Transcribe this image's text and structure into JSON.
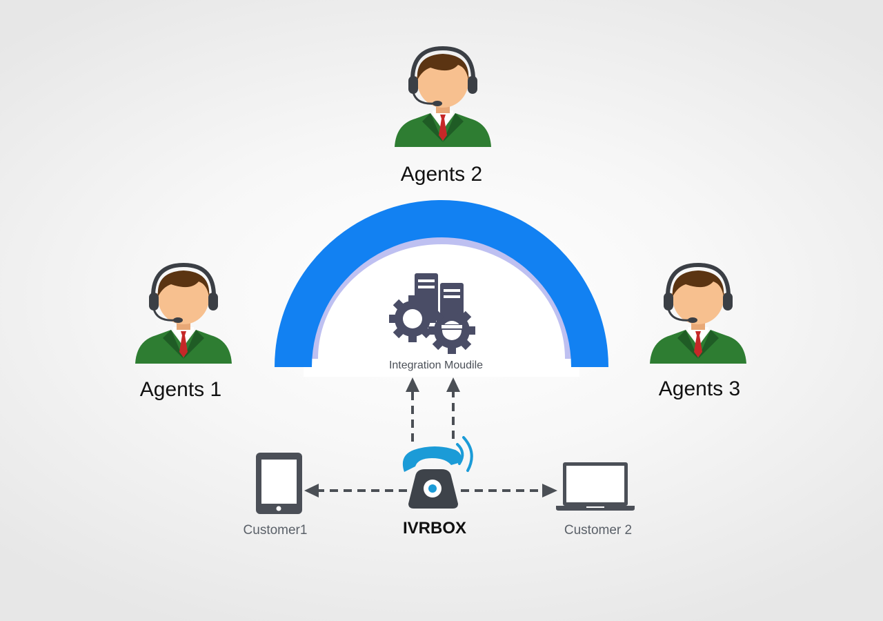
{
  "agents": [
    {
      "label": "Agents 1"
    },
    {
      "label": "Agents 2"
    },
    {
      "label": "Agents 3"
    }
  ],
  "integration_module": {
    "label": "Integration Moudile"
  },
  "ivr": {
    "label": "IVRBOX"
  },
  "customers": [
    {
      "label": "Customer1",
      "device": "tablet-icon"
    },
    {
      "label": "Customer 2",
      "device": "laptop-icon"
    }
  ],
  "colors": {
    "arc": "#1281f2",
    "arc_inner_glow": "#b7b9f0",
    "suit": "#2e7d32",
    "suit_dark": "#1f5c25",
    "tie": "#c62828",
    "skin": "#f7c08f",
    "hair": "#5b3412",
    "headset": "#3b3f45",
    "device": "#4b4f57",
    "phone_accent": "#1b9bd7"
  }
}
